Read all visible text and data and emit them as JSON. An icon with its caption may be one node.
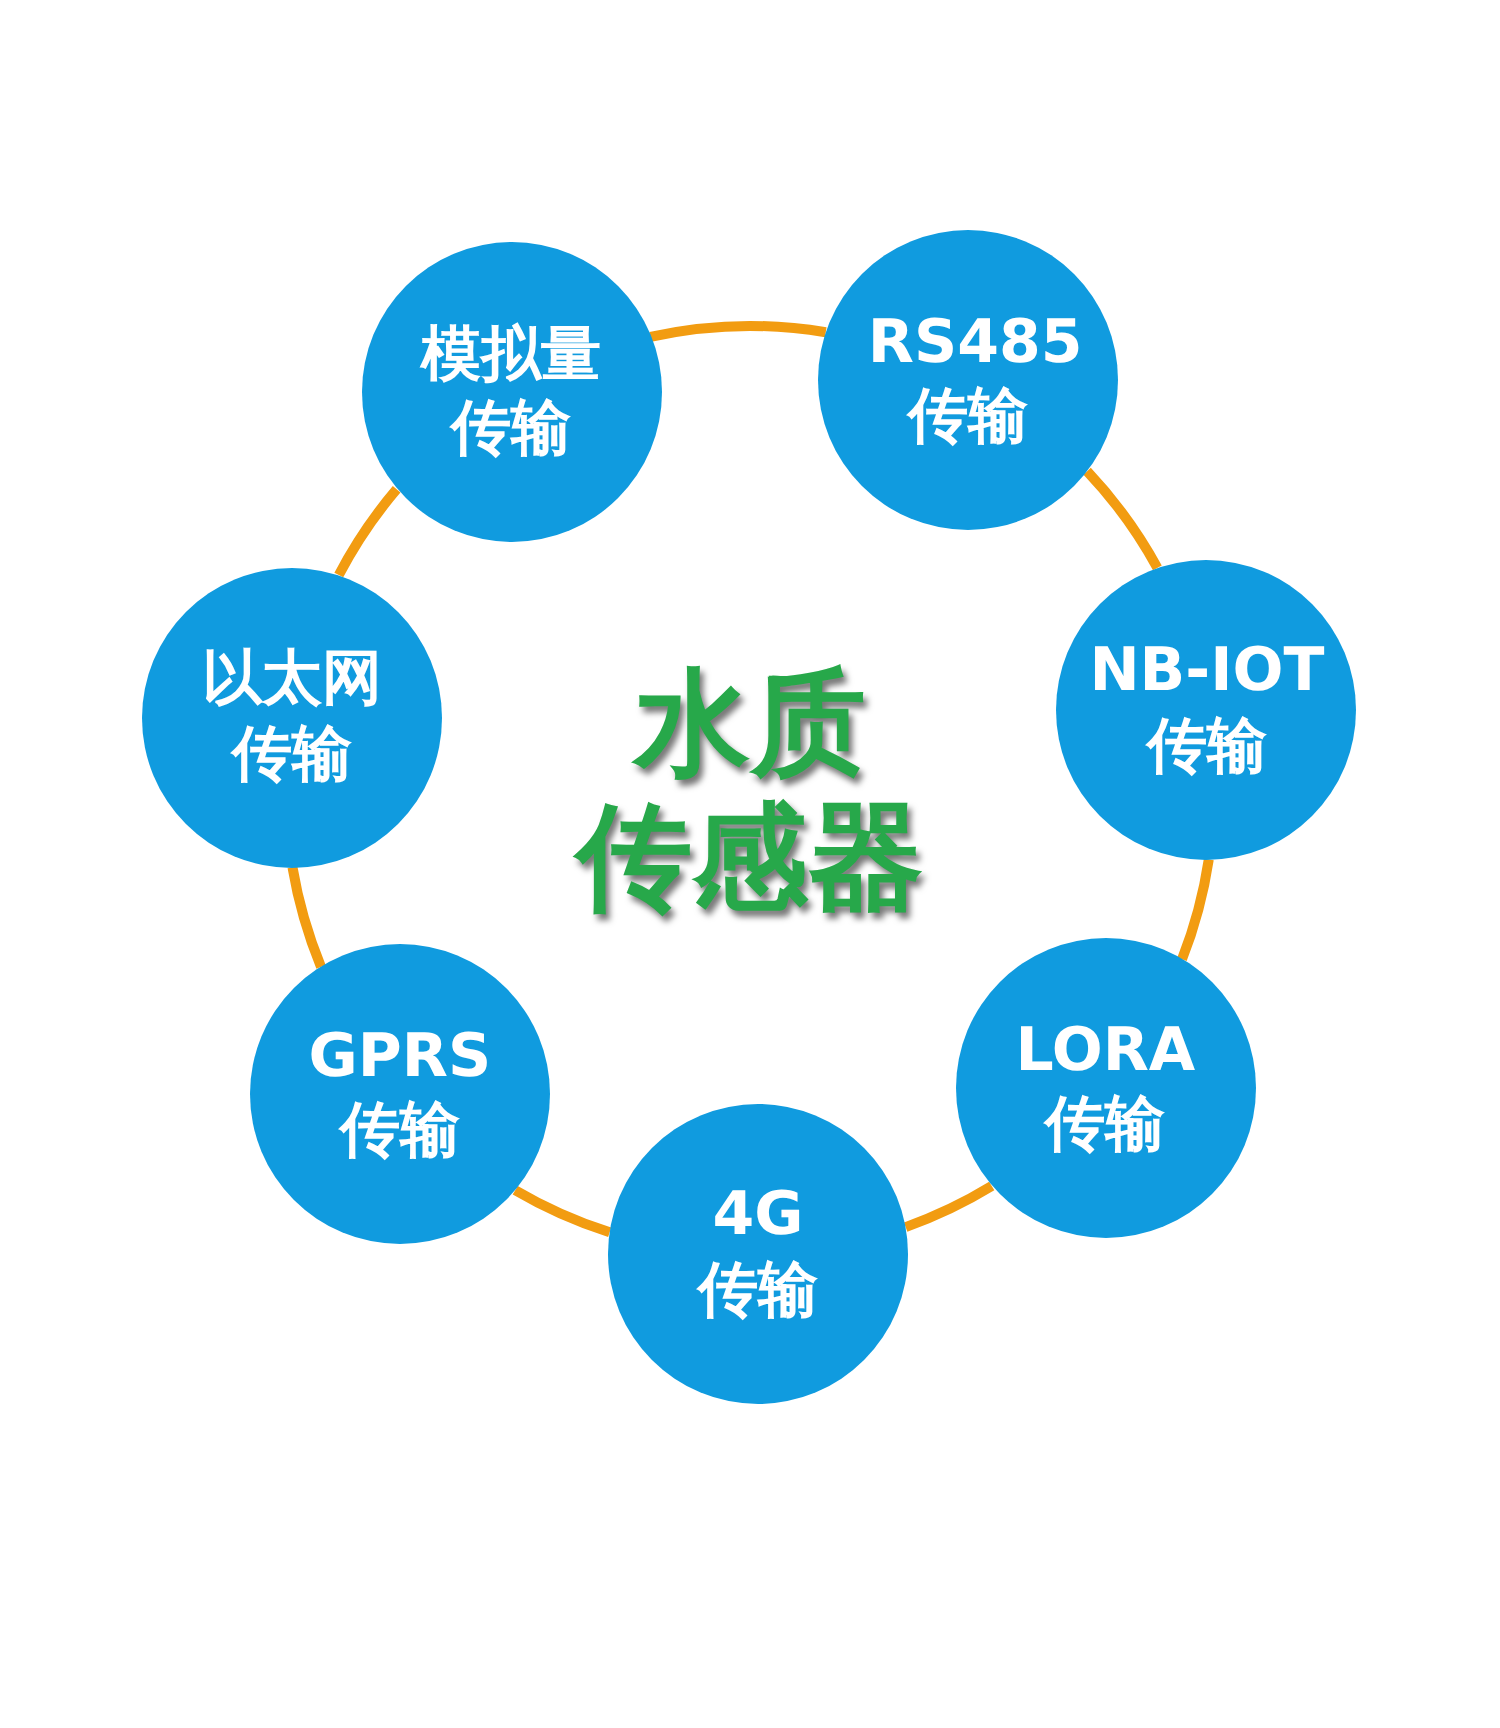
{
  "diagram": {
    "title": "水质传感器",
    "nodes": [
      {
        "text": [
          "模拟量传输"
        ]
      },
      {
        "text": [
          "RS485传输"
        ]
      },
      {
        "text": [
          "NB-IOT传输"
        ]
      },
      {
        "text": [
          "LORA传输"
        ]
      },
      {
        "text": [
          "4G传输"
        ]
      },
      {
        "text": [
          "GPRS传输"
        ]
      },
      {
        "text": [
          "以太网传输"
        ]
      }
    ],
    "edges": [
      {
        "from": 0,
        "to": 1,
        "arrow": "none"
      },
      {
        "from": 1,
        "to": 2,
        "arrow": "none"
      },
      {
        "from": 2,
        "to": 3,
        "arrow": "none"
      },
      {
        "from": 3,
        "to": 4,
        "arrow": "none"
      },
      {
        "from": 4,
        "to": 5,
        "arrow": "none"
      },
      {
        "from": 5,
        "to": 6,
        "arrow": "none"
      },
      {
        "from": 6,
        "to": 0,
        "arrow": "none"
      }
    ]
  }
}
